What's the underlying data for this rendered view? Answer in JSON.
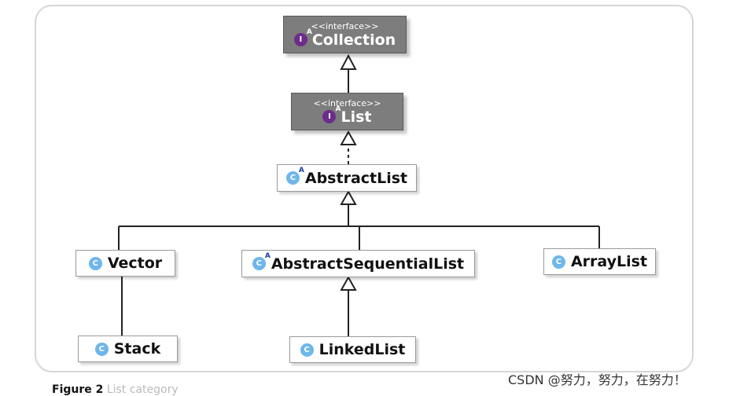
{
  "nodes": {
    "collection": {
      "stereotype": "<<interface>>",
      "name": "Collection",
      "badge": "I",
      "badge_sup": "A"
    },
    "list": {
      "stereotype": "<<interface>>",
      "name": "List",
      "badge": "I",
      "badge_sup": "A"
    },
    "abstract_list": {
      "name": "AbstractList",
      "badge": "C",
      "badge_sup": "A"
    },
    "vector": {
      "name": "Vector",
      "badge": "C"
    },
    "abstract_sequential_list": {
      "name": "AbstractSequentialList",
      "badge": "C",
      "badge_sup": "A"
    },
    "array_list": {
      "name": "ArrayList",
      "badge": "C"
    },
    "stack": {
      "name": "Stack",
      "badge": "C"
    },
    "linked_list": {
      "name": "LinkedList",
      "badge": "C"
    }
  },
  "caption": {
    "label": "Figure 2",
    "text": "List category"
  },
  "watermark": "CSDN @努力，努力，在努力！",
  "colors": {
    "interface_fill": "#7d7d7d",
    "class_badge": "#6fb6ea",
    "interface_badge": "#6b2d8a"
  }
}
